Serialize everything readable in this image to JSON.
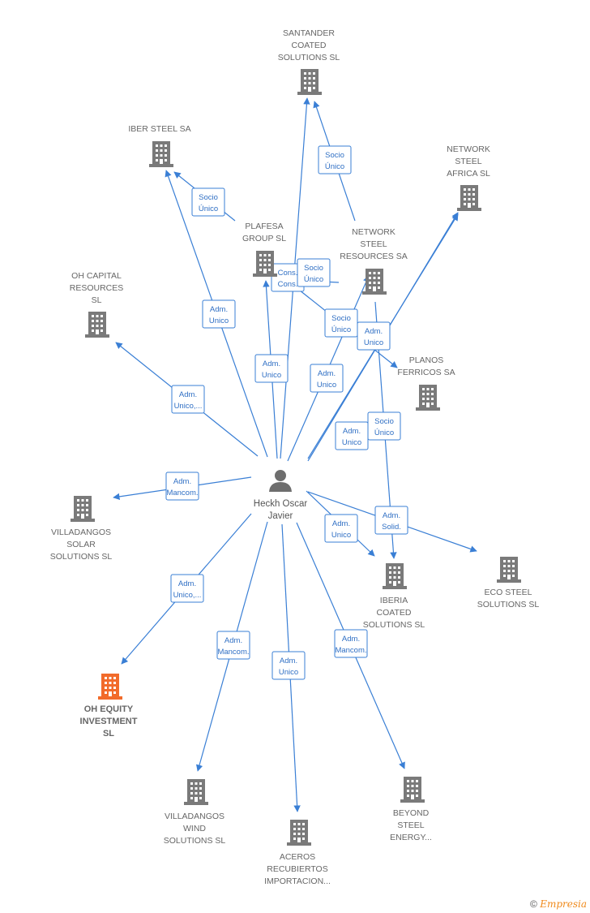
{
  "center": {
    "label": [
      "Heckh Oscar",
      "Javier"
    ]
  },
  "nodes": [
    {
      "id": "santander",
      "label": [
        "SANTANDER",
        "COATED",
        "SOLUTIONS  SL"
      ],
      "highlight": false
    },
    {
      "id": "iber_steel",
      "label": [
        "IBER STEEL SA"
      ],
      "highlight": false
    },
    {
      "id": "network_africa",
      "label": [
        "NETWORK",
        "STEEL",
        "AFRICA  SL"
      ],
      "highlight": false
    },
    {
      "id": "plafesa",
      "label": [
        "PLAFESA",
        "GROUP  SL"
      ],
      "highlight": false
    },
    {
      "id": "network_resources",
      "label": [
        "NETWORK",
        "STEEL",
        "RESOURCES SA"
      ],
      "highlight": false
    },
    {
      "id": "oh_capital",
      "label": [
        "OH CAPITAL",
        "RESOURCES",
        "SL"
      ],
      "highlight": false
    },
    {
      "id": "planos",
      "label": [
        "PLANOS",
        "FERRICOS SA"
      ],
      "highlight": false
    },
    {
      "id": "villadangos_solar",
      "label": [
        "VILLADANGOS",
        "SOLAR",
        "SOLUTIONS  SL"
      ],
      "highlight": false
    },
    {
      "id": "iberia_coated",
      "label": [
        "IBERIA",
        "COATED",
        "SOLUTIONS  SL"
      ],
      "highlight": false
    },
    {
      "id": "eco_steel",
      "label": [
        "ECO STEEL",
        "SOLUTIONS  SL"
      ],
      "highlight": false
    },
    {
      "id": "oh_equity",
      "label": [
        "OH EQUITY",
        "INVESTMENT",
        "SL"
      ],
      "highlight": true
    },
    {
      "id": "villadangos_wind",
      "label": [
        "VILLADANGOS",
        "WIND",
        "SOLUTIONS  SL"
      ],
      "highlight": false
    },
    {
      "id": "aceros",
      "label": [
        "ACEROS",
        "RECUBIERTOS",
        "IMPORTACION..."
      ],
      "highlight": false
    },
    {
      "id": "beyond",
      "label": [
        "BEYOND",
        "STEEL",
        "ENERGY..."
      ],
      "highlight": false
    }
  ],
  "edges": [
    {
      "label": [
        "Adm.",
        "Unico"
      ],
      "from": "center",
      "to": "iber_steel"
    },
    {
      "label": [
        "Socio",
        "Único"
      ],
      "from": "plafesa",
      "to": "iber_steel"
    },
    {
      "label": [
        "Socio",
        "Único"
      ],
      "from": "network_resources",
      "to": "santander"
    },
    {
      "label": [
        "Adm.",
        "Unico"
      ],
      "from": "center",
      "to": "plafesa"
    },
    {
      "label": [
        "Cons.",
        "Cons."
      ],
      "from": "center",
      "to": "santander"
    },
    {
      "label": [
        "Socio",
        "Único"
      ],
      "from": "network_resources",
      "to": "plafesa"
    },
    {
      "label": [
        "Socio",
        "Único"
      ],
      "from": "plafesa",
      "to": "planos"
    },
    {
      "label": [
        "Adm.",
        "Unico"
      ],
      "from": "network_resources",
      "to": "iberia_coated"
    },
    {
      "label": [
        "Adm.",
        "Unico"
      ],
      "from": "center",
      "to": "network_resources"
    },
    {
      "label": [
        "Adm.",
        "Unico,..."
      ],
      "from": "center",
      "to": "oh_capital"
    },
    {
      "label": [
        "Adm.",
        "Unico"
      ],
      "from": "center",
      "to": "network_africa"
    },
    {
      "label": [
        "Socio",
        "Único"
      ],
      "from": "center",
      "to": "network_africa"
    },
    {
      "label": [
        "Adm.",
        "Mancom."
      ],
      "from": "center",
      "to": "villadangos_solar"
    },
    {
      "label": [
        "Adm.",
        "Unico"
      ],
      "from": "center",
      "to": "iberia_coated"
    },
    {
      "label": [
        "Adm.",
        "Solid."
      ],
      "from": "center",
      "to": "eco_steel"
    },
    {
      "label": [
        "Adm.",
        "Unico,..."
      ],
      "from": "center",
      "to": "oh_equity"
    },
    {
      "label": [
        "Adm.",
        "Mancom."
      ],
      "from": "center",
      "to": "villadangos_wind"
    },
    {
      "label": [
        "Adm.",
        "Unico"
      ],
      "from": "center",
      "to": "aceros"
    },
    {
      "label": [
        "Adm.",
        "Mancom."
      ],
      "from": "center",
      "to": "beyond"
    }
  ],
  "colors": {
    "edge": "#3a7fd5",
    "node": "#7a7a7a",
    "highlight": "#f26b2b",
    "person": "#6e6e6e"
  },
  "footer": {
    "copyright": "©",
    "brand": "Empresia"
  }
}
